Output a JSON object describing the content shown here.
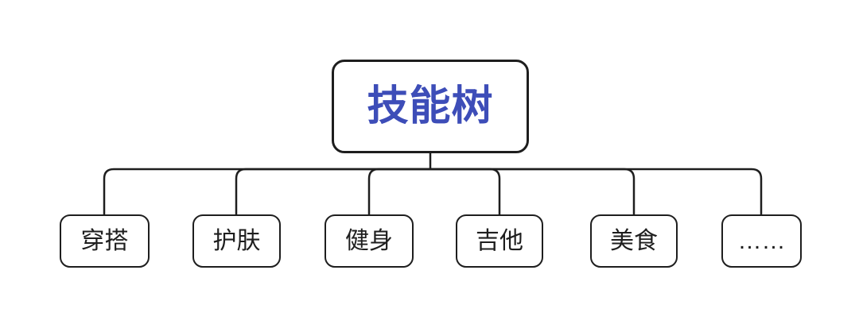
{
  "diagram": {
    "root": {
      "label": "技能树"
    },
    "children": [
      {
        "label": "穿搭"
      },
      {
        "label": "护肤"
      },
      {
        "label": "健身"
      },
      {
        "label": "吉他"
      },
      {
        "label": "美食"
      },
      {
        "label": "……"
      }
    ],
    "colors": {
      "root_text": "#3d4db8",
      "line": "#1e1e1e",
      "node_bg": "#ffffff"
    }
  }
}
